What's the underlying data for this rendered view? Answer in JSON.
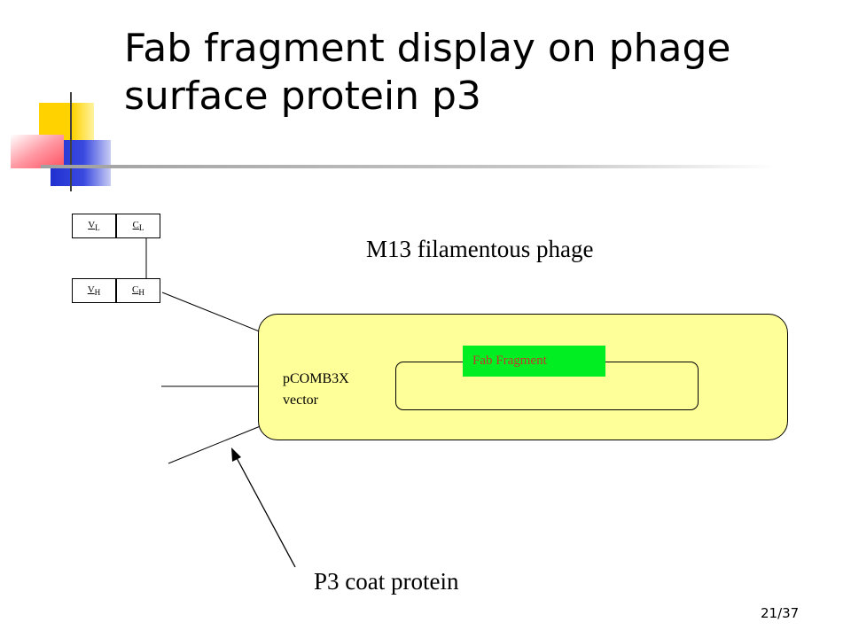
{
  "slide": {
    "title_line1": "Fab fragment display on phage",
    "title_line2": "surface protein p3",
    "page_number": "21/37"
  },
  "diagram": {
    "light_chain": {
      "v_label": "V",
      "v_sub": "L",
      "c_label": "C",
      "c_sub": "L"
    },
    "heavy_chain": {
      "v_label": "V",
      "v_sub": "H",
      "c_label": "C",
      "c_sub": "H"
    },
    "phage_label": "M13 filamentous phage",
    "vector_line1": "pCOMB3X",
    "vector_line2": "vector",
    "fab_label": "Fab Fragment",
    "coat_protein_label": "P3 coat protein"
  },
  "colors": {
    "phage_fill": "#ffff99",
    "fab_fill": "#00ee22",
    "fab_text": "#c0392b",
    "deco_yellow": "#ffd200",
    "deco_blue": "#2030d0",
    "deco_red": "#ff5060"
  }
}
